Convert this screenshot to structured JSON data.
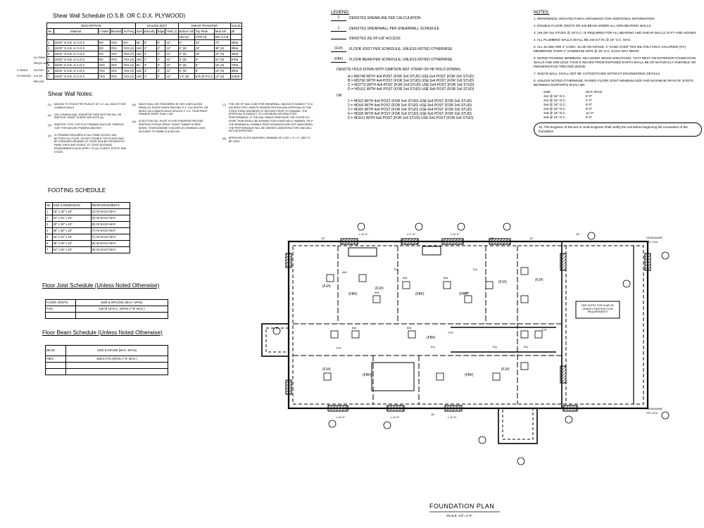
{
  "shear_wall_schedule": {
    "title": "Shear Wall Schedule (O.S.B. OR C.D.X. PLYWOOD)",
    "group_headers": [
      "DESCRIPTION",
      "NAILING (5)(7)",
      "SHEAR TRANSFER",
      "VALUE"
    ],
    "sub_headers": [
      "No.",
      "Material",
      "2 Sides",
      "Blocked",
      "3x Frmg",
      "Size",
      "Boundry",
      "Edge",
      "Field (1)",
      "Bottom Sill",
      "Top Plate",
      "Mud Sill",
      "plf"
    ],
    "sub_headers2": [
      "16d (2)",
      "LTP5 (3)",
      "5/8\" ø A.B."
    ],
    "side_labels": [
      "3x FRMG",
      "REQ'D NEE",
      "2 SIDES",
      "PLYWOOD",
      "NOTES",
      "ø & ø4",
      "BELOW"
    ],
    "rows": [
      [
        "1",
        "15/32\" O.S.B. or C.D.X",
        "NO",
        "YES",
        "NO",
        "8d",
        "6\"",
        "6\"",
        "12\"",
        "6\"",
        "24\"",
        "72\"",
        "260ø"
      ],
      [
        "2",
        "15/32\" O.S.B. or C.D.X",
        "NO",
        "YES",
        "YES (4)",
        "10d",
        "4\"",
        "4\"",
        "12\"",
        "6\" (6)",
        "12\"",
        "36\" (6)",
        "350ø"
      ],
      [
        "3",
        "15/32\" O.S.B. or C.D.X",
        "NO",
        "YES",
        "YES (4)",
        "10d",
        "3\"",
        "3\"",
        "12\"",
        "6\" (6)",
        "16\"",
        "24\" (6)",
        "490ø"
      ],
      [
        "4",
        "15/32\" O.S.B. or C.D.X",
        "NO",
        "YES",
        "YES (4)",
        "10d",
        "2\"",
        "2\"",
        "12\"",
        "6\" (6)",
        "8\"",
        "24\" (6)",
        "570ø"
      ],
      [
        "5",
        "15/32\" O.S.B. or C.D.X",
        "YES",
        "YES",
        "YES (4)",
        "8d",
        "3\"",
        "3\"",
        "12\"",
        "6\" (6)",
        "6\"",
        "16\" (6)",
        "720ø"
      ],
      [
        "6",
        "15/32\" O.S.B. or C.D.X",
        "YES",
        "YES",
        "YES (4)",
        "10d",
        "3\"",
        "3\"",
        "12\"",
        "6\" (6)",
        "8\"",
        "16\" (6)",
        "980ø"
      ],
      [
        "7",
        "15/32\" O.S.B. or C.D.X",
        "YES",
        "YES",
        "YES (4)",
        "10d",
        "2\"",
        "2\"",
        "12\"",
        "1.5\" (6)",
        "ø75 @ 6\"O.C",
        "12\" (6)",
        "1190ø"
      ]
    ]
  },
  "shear_wall_notes": {
    "title": "Shear Wall Notes:",
    "col1": [
      [
        "(1)",
        "NAILING TO STUDS PER PLAN AT 16\" O.C. ALL NAILS TO BE COMMON NAILS"
      ],
      [
        "(2)",
        "16D COMMON NAIL TRANSFER THRU BOTTOM SILL OR SIMPSON \"SDWS\" SCREW SEE NOTE (6)."
      ],
      [
        "(3)",
        "SIMPSON \"LTP4\" FOR FLAT FRAMING ANCHOR. SIMPSON \"A35\" FOR ANGLED FRAMING ANCHOR."
      ],
      [
        "(4)",
        "3x FRAMING REQUIRED AT ALL PANEL EDGES, AND BOTTOM SILL PLATE, EXCEPT DOUBLE TOP-PLATES MAY BE STANDARD MINIMUM 1/2\" EDGE NAILING DISTANCE AT PANEL ENDS AND EDGES, 1/2\" EDGE DISTANCE REQUIREMENTS ALSO APPLY TO ALL PLATES, POSTS, AND STUDS."
      ]
    ],
    "col2": [
      [
        "(5)",
        "NAILS SHALL BE STAGGERED IN TWO LINES ALONG PARALLEL EDGES WHEN SPACING IS 2\" ON CENTER, OR WHEN 10d COMMON NAILS SPACED 3\" O.C. PENETRATE FRAMING MORE THAN 1 5/8\"."
      ],
      [
        "(6)",
        "AT BOTTOM SILL PLATE FLOOR TRANSFER PROVIDE SIMPSON STRONG DRIVE \"SDWS\" TIMBER SCREW MODEL \"SDWS22500DB\" 6 INCHES (6\") MINIMUM LONG SECURED TO RIM/BLOCK BELOW"
      ]
    ],
    "col3": [
      [
        "(7)",
        "THE USE OF NAIL GUNS FOR SHEARWALL NAILING IS SUBJECT TO A SATISFACTORY JOBSITE DEMONSTRATION AND APPROVAL BY THE STRUCTURAL ENGINEER OF RECORD PRIOR TO FRAMING. THE APPROVAL IS SUBJECT TO CONTINUED SATISFACTORY PERFORMANCE. IF THE NAIL HEADS PENETRATE THE OUTER PLY MORE THAN WOULD BE NORMAL FOR A HAND HELD HAMMER, OR IF THE MINIMUM ALLOWABLE EDGE DISTANCES ARE NOT MAINTAINED, THE PERFORMANCE WILL BE DEEMED UNSATISFACTORY AND WILL NOT BE APPROVED."
      ],
      [
        "(8)",
        "APPROVED PLATE WASHERS, MINIMUM OF 0.229\" x 3\" x 3\", ARE TO BE USED"
      ]
    ]
  },
  "legend": {
    "title": "LEGEND:",
    "items": [
      "DENOTES SHEARLINE PER CALCULATION",
      "DENOTES SHEARWALL PER SHEARWALL SCHEDULE",
      "DENOTES (N) 24\"x18\" ACCESS",
      "FLOOR JOIST PER SCHEDULE, UNLESS NOTED OTHERWISE.",
      "FLOOR BEAM PER SCHEDULE, UNLESS NOTED OTHERWISE."
    ],
    "symbols": [
      "1",
      "1",
      "",
      "(FJ#)",
      "(FB#)"
    ],
    "holdown_title": "DENOTE HOLD-DOWN WITH SIMPSON MST STRAP OR HD HOLD-DOWNS.",
    "holdowns_a": [
      "A = MST48 WITH 4x4 POST (FOR 2x4 STUD) USE 6x4 POST (FOR 2x6 STUD)",
      "B = MST60 WITH 4x4 POST (FOR 2x4 STUD) USE 6x4 POST (FOR 2x6 STUD)",
      "C = MSTT2 WITH 4x4 POST (FOR 2x4 STUD) USE 6x4 POST (FOR 2x6 STUD)",
      "D = HDU11 WITH 4x6 POST (FOR 2x4 STUD) USE 6x6 POST (FOR 2x6 STUD)"
    ],
    "or_label": "OR",
    "holdowns_b": [
      "1 = HDU2 WITH 4x4 POST (FOR 2x4 STUD) USE 6x4 POST (FOR 2x6 STUD)",
      "2 = HDU4 WITH 4x4 POST (FOR 2x4 STUD) USE 6x4 POST (FOR 2x6 STUD)",
      "3 = HDU5 WITH 4x4 POST (FOR 2x4 STUD) USE 6x4 POST (FOR 2x6 STUD)",
      "4 = HDU8 WITH 4x6 POST (FOR 2x4 STUD) USE 6x6 POST (FOR 2x6 STUD)",
      "5 = HDU11 WITH 6x6 POST (FOR 2x4 STUD) USE 6x6 POST (FOR 2x6 STUD)"
    ]
  },
  "notes": {
    "title": "NOTES:",
    "items": [
      "1. REFERENCE ARCHITECTURAL DRAWINGS FOR ADDITIONAL INFORMATION",
      "2. DOUBLE FLOOR JOISTS OR 4x8 BEAM UNDER ALL NON BEARING WALLS.",
      "3. 2x6 OR 3x4 STUDS @ 16\"O.C. IS REQUIRED FOR ALL BEARING AND SHEAR WALLS 10 FT AND HIGHER.",
      "4. ALL PLUMBING WALLS SHALL BE 2x6 D.F.#1 @ 16\" O.C. MAX.",
      "5. ALL SLABS ARE 4\" CONC. SLAB ON GRADE. 2\" SAND OVER TEN-MIL POLYVINYL CHLORIDE (PC) MEMBRANE OVER 2\" SANDBASE W/#4 @ 18\" O.C. EACH WAY REINF.",
      "6. WOOD FRAMING MEMBERS, INCLUDING WOOD SHEATHING, THAT REST ON EXTERIOR FOUNDATION WALLS AND ARE LESS THAN 8 INCHES FROM EXPOSED EARTH SHALL BE OF NATURALLY DURABLE OR PERSERVATIVE-TREATED WOOD.",
      "7. SHEAR WALL SHALL NOT BE CUT/NOTCHED WITHOUT ENGINEERING DETAILS.",
      "8. UNLESS NOTED OTHERWISE, RAISED FLOOR JOIST MINIMUM SIZE AND MAXIMUM SPAN OF JOISTS BETWEEN SUPPORTS SHALL BE:"
    ],
    "span_headers": [
      "SIZE",
      "MAX SPAN"
    ],
    "spans": [
      [
        "2x4 @ 16\" O.C.",
        "6'-0\""
      ],
      [
        "2x4 @ 24\" O.C.",
        "4'-0\""
      ],
      [
        "2x6 @ 16\" O.C.",
        "8'-0\""
      ],
      [
        "2x6 @ 24\" O.C.",
        "6'-0\""
      ],
      [
        "2x8 @ 16\" O.C.",
        "11'-0\""
      ],
      [
        "2x8 @ 24\" O.C.",
        "9'-0\""
      ]
    ],
    "cloud_note": "10. The Engineer of Record or Soils Engineer shall certify the soil before beginning the excavation of the foundation"
  },
  "footing_schedule": {
    "title": "FOOTING SCHEDULE",
    "headers": [
      "No.",
      "SIZE & DIMENSION",
      "REINFORCEMENTS"
    ],
    "rows": [
      [
        "1",
        "18\" x 18\" x 18\"",
        "(4) #4 EACH WAY"
      ],
      [
        "2",
        "24\" x 24\" x 24\"",
        "(5) #4 EACH WAY"
      ],
      [
        "3",
        "30\" x 30\" x 24\"",
        "(6) #4 EACH WAY"
      ],
      [
        "4",
        "36\" x 36\" x 24\"",
        "(7) #4 EACH WAY"
      ],
      [
        "5",
        "42\" x 42\" x 24\"",
        "(7) #4 EACH WAY"
      ],
      [
        "6",
        "48\" x 48\" x 24\"",
        "(8) #4 EACH WAY"
      ],
      [
        "7",
        "54\" x 54\" x 24\"",
        "(9) #4 EACH WAY"
      ]
    ]
  },
  "floor_joist_schedule": {
    "title": "Floor Joist Schedule (Unless Noted Otherwise)",
    "headers": [
      "FLOOR JOISTS",
      "SIZE & SPACING (MAX. SPAN)"
    ],
    "rows": [
      [
        "FJ#1",
        "2x8 @ 16\"O.C. (SPAN=7'-6\" MAX.)"
      ]
    ]
  },
  "floor_beam_schedule": {
    "title": "Floor Beam Schedule (Unless Noted Otherwise)",
    "headers": [
      "BEAM",
      "SIZE & GRADE (MAX. SPAN)"
    ],
    "rows": [
      [
        "FB#1",
        "6x8 D.F.#1 (SPAN=7'-6\" MAX.)"
      ]
    ]
  },
  "plan": {
    "title": "FOUNDATION PLAN",
    "scale": "SCALE: 1/4\"=1'-0\"",
    "labels": {
      "fj": "(FJ#)",
      "fb": "(FB#)",
      "post": "6x6",
      "eq": "EQ.",
      "typ": "TYP.",
      "dim16": "16\"",
      "col_top": "HSS6x6x5/8\"",
      "col_top2": "STL.COL.",
      "col_bot": "HSS6x6x5/8\"",
      "col_bot2": "STL.COL.",
      "slab_note": "SEE NOTES FOR SLAB ON GRADE CONSTRUCTION REQUIREMENTS",
      "l6": "L=6'-0\"",
      "l7": "L=7'-0\"",
      "l5": "L=5'-0\""
    }
  }
}
